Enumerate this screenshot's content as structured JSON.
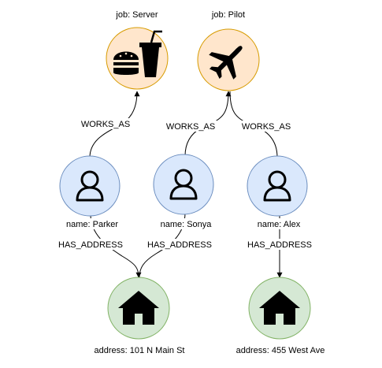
{
  "colors": {
    "job_fill": "#ffe6cc",
    "job_stroke": "#d79b00",
    "person_fill": "#dae8fc",
    "person_stroke": "#6c8ebf",
    "address_fill": "#d5e8d4",
    "address_stroke": "#82b366",
    "edge": "#000000"
  },
  "nodes": {
    "job_server": {
      "label": "job: Server",
      "icon": "burger-drink-icon"
    },
    "job_pilot": {
      "label": "job: Pilot",
      "icon": "airplane-icon"
    },
    "person_parker": {
      "label": "name: Parker",
      "icon": "person-icon"
    },
    "person_sonya": {
      "label": "name: Sonya",
      "icon": "person-icon"
    },
    "person_alex": {
      "label": "name: Alex",
      "icon": "person-icon"
    },
    "address_main": {
      "label": "address: 101 N Main St",
      "icon": "house-icon"
    },
    "address_west": {
      "label": "address: 455 West Ave",
      "icon": "house-icon"
    }
  },
  "edges": {
    "parker_works": "WORKS_AS",
    "sonya_works": "WORKS_AS",
    "alex_works": "WORKS_AS",
    "parker_address": "HAS_ADDRESS",
    "sonya_address": "HAS_ADDRESS",
    "alex_address": "HAS_ADDRESS"
  }
}
